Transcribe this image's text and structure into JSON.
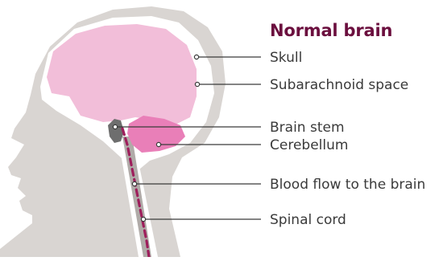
{
  "title": "Normal brain",
  "labels": {
    "skull": "Skull",
    "subarachnoid_space": "Subarachnoid space",
    "brain_stem": "Brain stem",
    "cerebellum": "Cerebellum",
    "blood_flow": "Blood flow to the brain",
    "spinal_cord": "Spinal cord"
  },
  "colors": {
    "title": "#6b0f3e",
    "head": "#d9d5d2",
    "skull": "#ffffff",
    "brain": "#f2bed9",
    "cerebellum": "#e97fb8",
    "brain_stem": "#6e6e6e",
    "spinal_cord": "#b0aba8",
    "blood_flow": "#9e1f5c",
    "leader_line": "#3a3a3a"
  }
}
